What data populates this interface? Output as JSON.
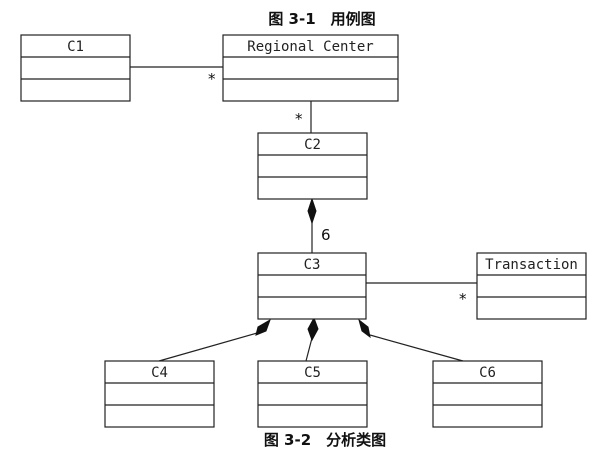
{
  "captions": {
    "top": "图 3-1　用例图",
    "bottom": "图 3-2　分析类图"
  },
  "classes": {
    "c1": "C1",
    "regional_center": "Regional Center",
    "c2": "C2",
    "c3": "C3",
    "transaction": "Transaction",
    "c4": "C4",
    "c5": "C5",
    "c6": "C6"
  },
  "multiplicities": {
    "c1_regional": "*",
    "regional_c2": "*",
    "c2_c3": "6",
    "c3_transaction": "*"
  }
}
